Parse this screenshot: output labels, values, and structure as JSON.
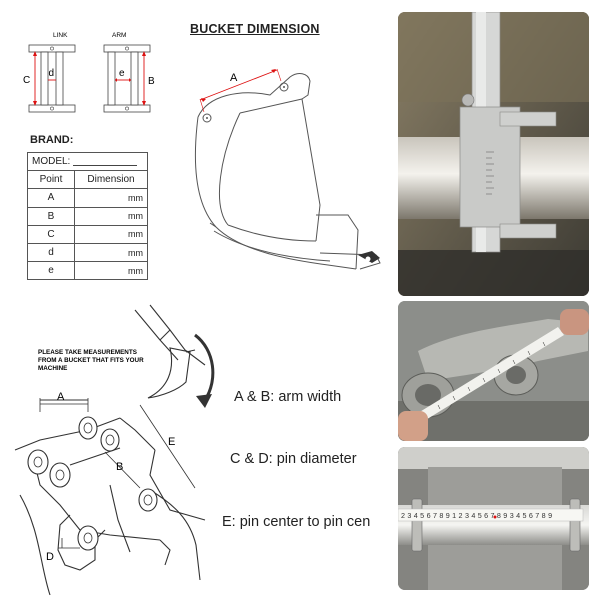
{
  "title": "BUCKET DIMENSION",
  "pin_diagram": {
    "link_label": "LINK",
    "arm_label": "ARM",
    "label_c": "C",
    "label_d": "d",
    "label_e": "e",
    "label_b": "B"
  },
  "table": {
    "brand_label": "BRAND:",
    "model_label": "MODEL:",
    "header": {
      "point": "Point",
      "dimension": "Dimension"
    },
    "rows": [
      {
        "point": "A",
        "unit": "mm"
      },
      {
        "point": "B",
        "unit": "mm"
      },
      {
        "point": "C",
        "unit": "mm"
      },
      {
        "point": "d",
        "unit": "mm"
      },
      {
        "point": "e",
        "unit": "mm"
      }
    ]
  },
  "bucket_drawing": {
    "label_a": "A"
  },
  "instruction": {
    "lines": [
      "PLEASE TAKE MEASUREMENTS",
      "FROM A BUCKET THAT FITS YOUR",
      "MACHINE"
    ]
  },
  "perspective_labels": {
    "a": "A",
    "b": "B",
    "e": "E",
    "d": "D"
  },
  "captions": [
    "A & B: arm width",
    "C & D: pin diameter",
    "E: pin center to pin cen"
  ],
  "tape_numbers": "2 3 4 5 6 7 8 9 1 2 3 4 5 6 7 8 9 3 4 5 6 7 8 9"
}
